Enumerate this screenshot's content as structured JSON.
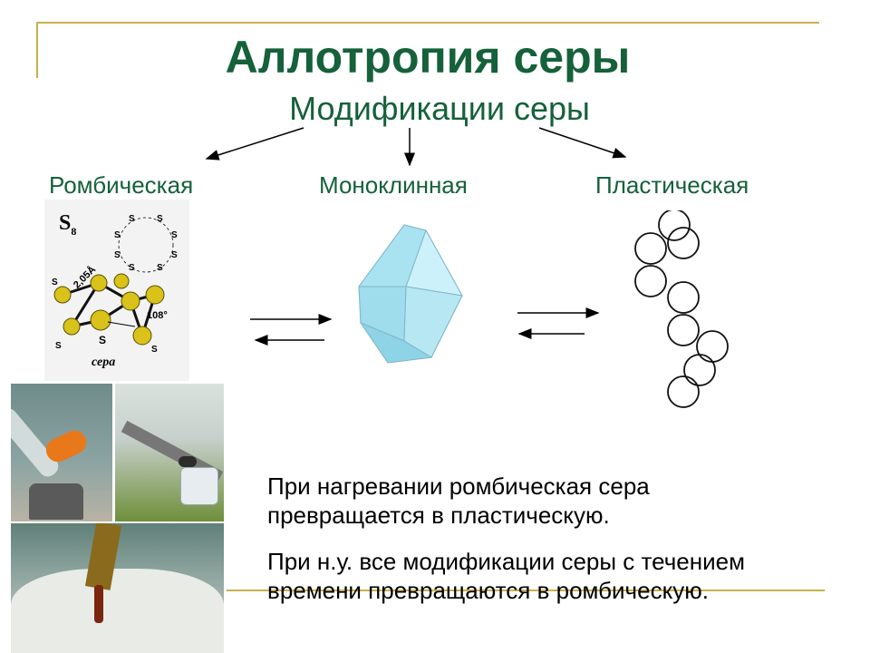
{
  "slide": {
    "title": "Аллотропия серы",
    "subtitle": "Модификации серы"
  },
  "modifications": [
    {
      "label": "Ромбическая"
    },
    {
      "label": "Моноклинная"
    },
    {
      "label": "Пластическая"
    }
  ],
  "rhombic_figure": {
    "formula": "S",
    "formula_sub": "8",
    "atom_symbol": "S",
    "bond_length": "2,05Å",
    "bond_angle": "108°",
    "caption": "сера"
  },
  "paragraphs": [
    {
      "line1": "При нагревании ромбическая сера",
      "line2": "превращается в пластическую."
    },
    {
      "line1": "При н.у. все модификации серы с течением",
      "line2": "времени превращаются в ромбическую."
    }
  ],
  "colors": {
    "title": "#15613a",
    "accent_line": "#c8b04a",
    "crystal": "#a9e3f2",
    "atom": "#d9c21a"
  }
}
